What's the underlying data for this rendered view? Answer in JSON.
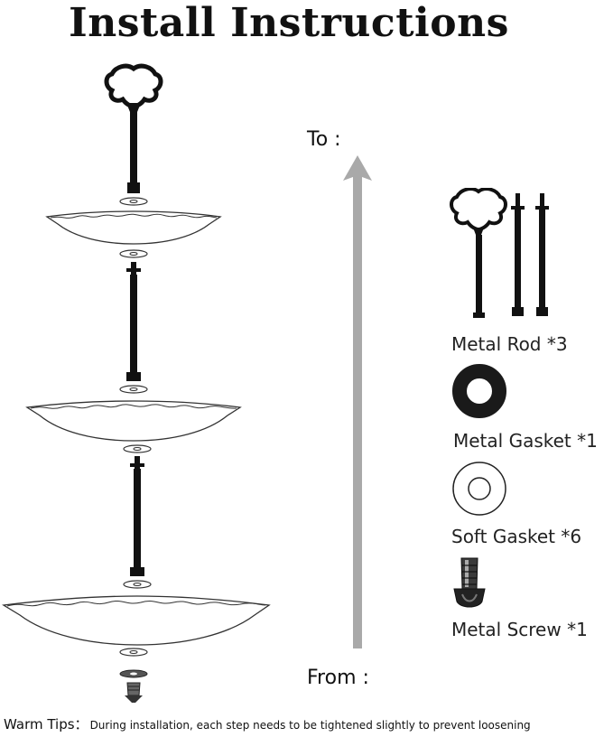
{
  "title": "Install Instructions",
  "direction": {
    "to": "To :",
    "from": "From :"
  },
  "parts": [
    {
      "name": "Metal Rod *3",
      "icon": "metal-rod-icon"
    },
    {
      "name": "Metal Gasket *1",
      "icon": "metal-gasket-icon"
    },
    {
      "name": "Soft Gasket *6",
      "icon": "soft-gasket-icon"
    },
    {
      "name": "Metal Screw *1",
      "icon": "metal-screw-icon"
    }
  ],
  "tips": {
    "label": "Warm Tips：",
    "text": "During installation, each step needs to be tightened slightly to prevent loosening"
  },
  "colors": {
    "metal": "#111111",
    "arrow": "#a9a9a9",
    "outline": "#333333"
  }
}
